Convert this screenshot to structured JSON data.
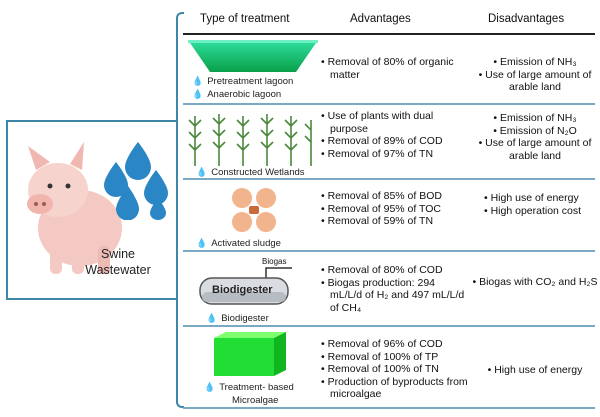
{
  "headers": {
    "type": "Type of treatment",
    "advantages": "Advantages",
    "disadvantages": "Disadvantages"
  },
  "center_label": [
    "Swine",
    "Wastewater"
  ],
  "rows": [
    {
      "captions": [
        "Pretreatment lagoon",
        "Anaerobic lagoon"
      ],
      "advantages": [
        "Removal of 80% of organic matter"
      ],
      "disadvantages": [
        "Emission of NH₃",
        "Use of large amount of arable land"
      ]
    },
    {
      "captions": [
        "Constructed Wetlands"
      ],
      "advantages": [
        "Use of plants with dual purpose",
        "Removal of 89% of COD",
        "Removal of 97% of TN"
      ],
      "disadvantages": [
        "Emission of NH₃",
        "Emission of N₂O",
        "Use of large amount of arable land"
      ]
    },
    {
      "captions": [
        "Activated sludge"
      ],
      "advantages": [
        "Removal of 85% of BOD",
        "Removal of 95% of TOC",
        "Removal of 59% of TN"
      ],
      "disadvantages": [
        "High use of energy",
        "High operation cost"
      ]
    },
    {
      "captions": [
        "Biodigester"
      ],
      "diagram": {
        "tank_label": "Biodigester",
        "gas_label": "Biogas"
      },
      "advantages": [
        "Removal of 80% of COD",
        "Biogas production: 294 mL/L/d of H₂ and 497 mL/L/d of CH₄"
      ],
      "disadvantages": [
        "Biogas with CO₂ and H₂S"
      ]
    },
    {
      "captions": [
        "Treatment- based",
        "Microalgae"
      ],
      "advantages": [
        "Removal of 96% of COD",
        "Removal of 100% of TP",
        "Removal of 100% of TN",
        "Production of byproducts from microalgae"
      ],
      "disadvantages": [
        "High use of energy"
      ]
    }
  ],
  "colors": {
    "accent": "#3f86a8",
    "water": "#2a86c5",
    "lagoon_top": "#2fe0a0",
    "lagoon_bottom": "#0aa04a",
    "algae": "#22dd33",
    "sludge": "#f2b48c",
    "wetland": "#4a8a3a"
  }
}
